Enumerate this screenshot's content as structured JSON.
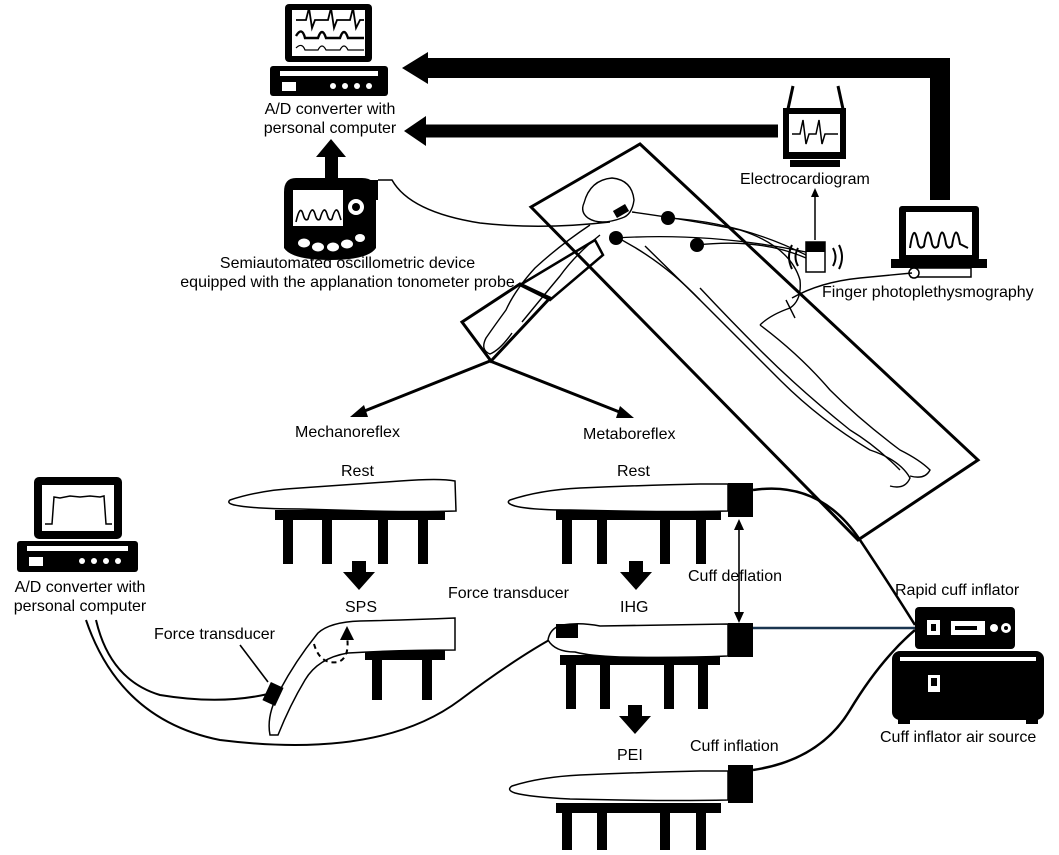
{
  "labels": {
    "ad_converter_top": [
      "A/D converter with",
      "personal computer"
    ],
    "electrocardiogram": "Electrocardiogram",
    "oscillometric_device": [
      "Semiautomated oscillometric device",
      "equipped with the applanation tonometer probe"
    ],
    "finger_photoplethysmography": "Finger photoplethysmography",
    "mechanoreflex": "Mechanoreflex",
    "metaboreflex": "Metaboreflex",
    "ad_converter_left": [
      "A/D converter with",
      "personal computer"
    ],
    "rest_left": "Rest",
    "rest_right": "Rest",
    "sps": "SPS",
    "ihg": "IHG",
    "pei": "PEI",
    "force_transducer_left": "Force transducer",
    "force_transducer_right": "Force transducer",
    "cuff_deflation": "Cuff deflation",
    "cuff_inflation": "Cuff inflation",
    "rapid_cuff_inflator": "Rapid cuff inflator",
    "cuff_inflator_air_source": "Cuff inflator air source"
  },
  "colors": {
    "ink": "#000000",
    "paper": "#ffffff",
    "hose": "#1a3550"
  },
  "icons": [
    "monitor-icon",
    "ecg-monitor-icon",
    "oscillometric-device-icon",
    "photoplethysmograph-icon",
    "wireless-transmitter-icon",
    "cuff-inflator-icon",
    "air-source-icon",
    "exam-table-icon",
    "arm-icon",
    "cuff-icon",
    "force-transducer-icon",
    "ecg-electrode-icon"
  ]
}
